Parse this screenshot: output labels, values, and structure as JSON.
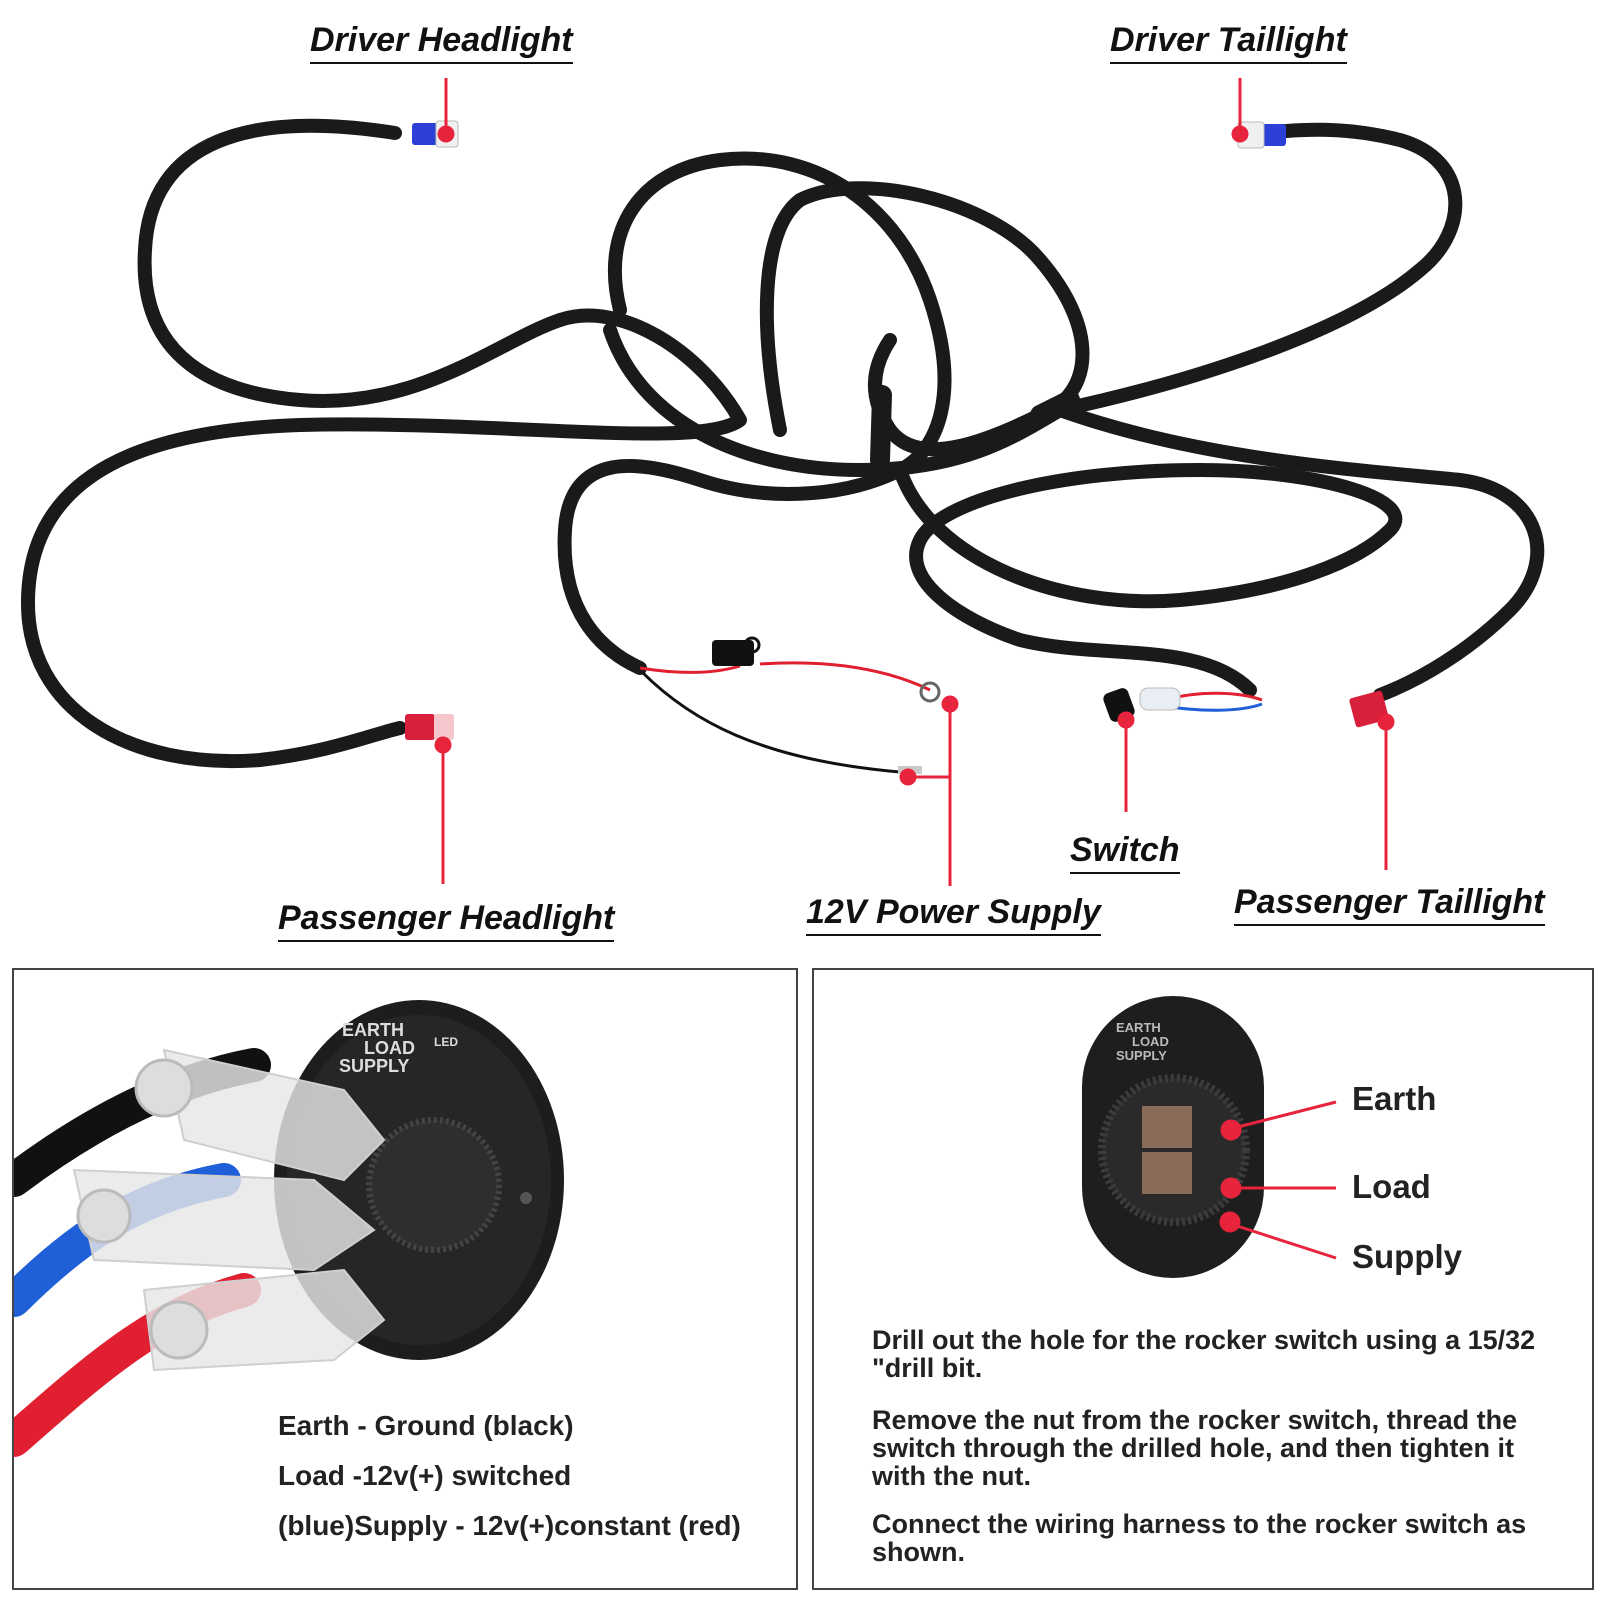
{
  "callouts": {
    "driver_headlight": "Driver Headlight",
    "driver_taillight": "Driver Taillight",
    "passenger_headlight": "Passenger Headlight",
    "power_supply": "12V Power Supply",
    "switch": "Switch",
    "passenger_taillight": "Passenger Taillight"
  },
  "switch_face_text": {
    "earth": "EARTH",
    "load": "LOAD",
    "supply": "SUPPLY",
    "led": "LED"
  },
  "left_panel": {
    "lines": [
      "Earth - Ground (black)",
      "Load -12v(+) switched",
      "(blue)Supply - 12v(+)constant (red)"
    ]
  },
  "right_panel": {
    "terminals": [
      "Earth",
      "Load",
      "Supply"
    ],
    "instructions": [
      "Drill out the hole for the rocker switch using a 15/32 \"drill bit.",
      "Remove the nut from the rocker switch, thread the switch through the drilled hole, and then tighten it with the nut.",
      "Connect the wiring harness to the rocker switch as shown."
    ]
  },
  "colors": {
    "pointer": "#e8243c",
    "harness": "#1a1a1a",
    "wire_red": "#e02030",
    "wire_blue": "#1f5fd8",
    "wire_black": "#111111",
    "connector_blue": "#2c3fd6",
    "connector_red": "#d8203a"
  }
}
